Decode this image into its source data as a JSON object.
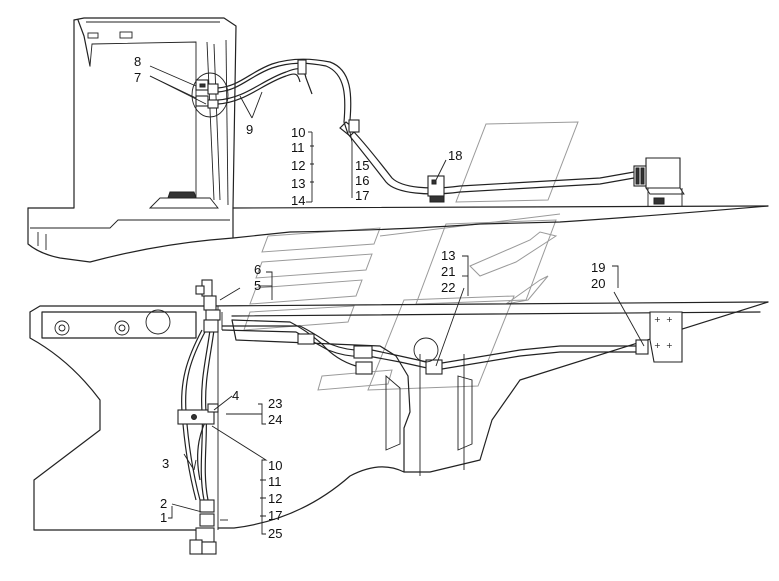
{
  "labels": {
    "l1": "1",
    "l2": "2",
    "l3": "3",
    "l4": "4",
    "l5": "5",
    "l6": "6",
    "l7": "7",
    "l8": "8",
    "l9": "9",
    "l10a": "10",
    "l11a": "11",
    "l12a": "12",
    "l13a": "13",
    "l14": "14",
    "l15": "15",
    "l16": "16",
    "l17a": "17",
    "l18": "18",
    "l13b": "13",
    "l21": "21",
    "l22": "22",
    "l19": "19",
    "l20": "20",
    "l23": "23",
    "l24": "24",
    "l10b": "10",
    "l11b": "11",
    "l12b": "12",
    "l17b": "17",
    "l25": "25"
  }
}
